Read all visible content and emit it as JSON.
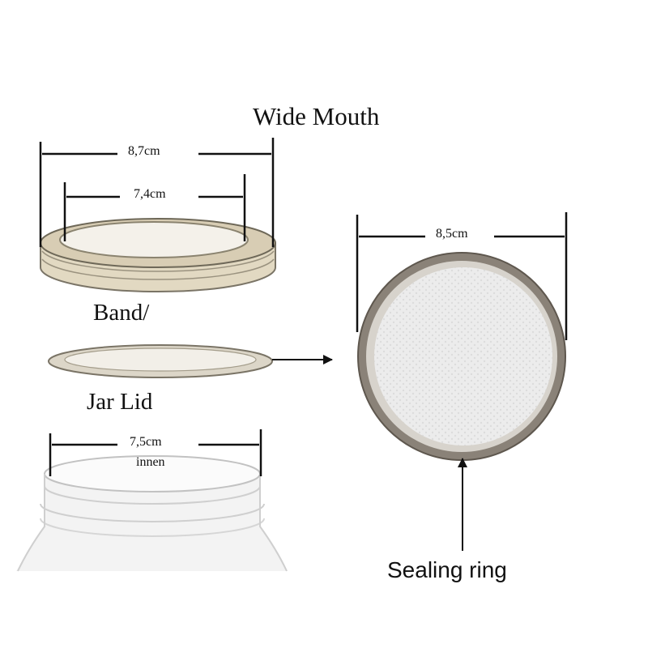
{
  "heading": "Wide Mouth",
  "dimensions": {
    "band_outer": "8,7cm",
    "band_inner": "7,4cm",
    "jar_opening": "7,5cm",
    "jar_opening_note": "innen",
    "lid_diameter": "8,5cm"
  },
  "parts": {
    "band": "Band/",
    "lid": "Jar Lid",
    "ring": "Sealing ring"
  },
  "colors": {
    "ink": "#111111",
    "metal_band": "#d8cdb4",
    "sealing_ring": "#8a8278",
    "lid_face": "#ececec"
  }
}
